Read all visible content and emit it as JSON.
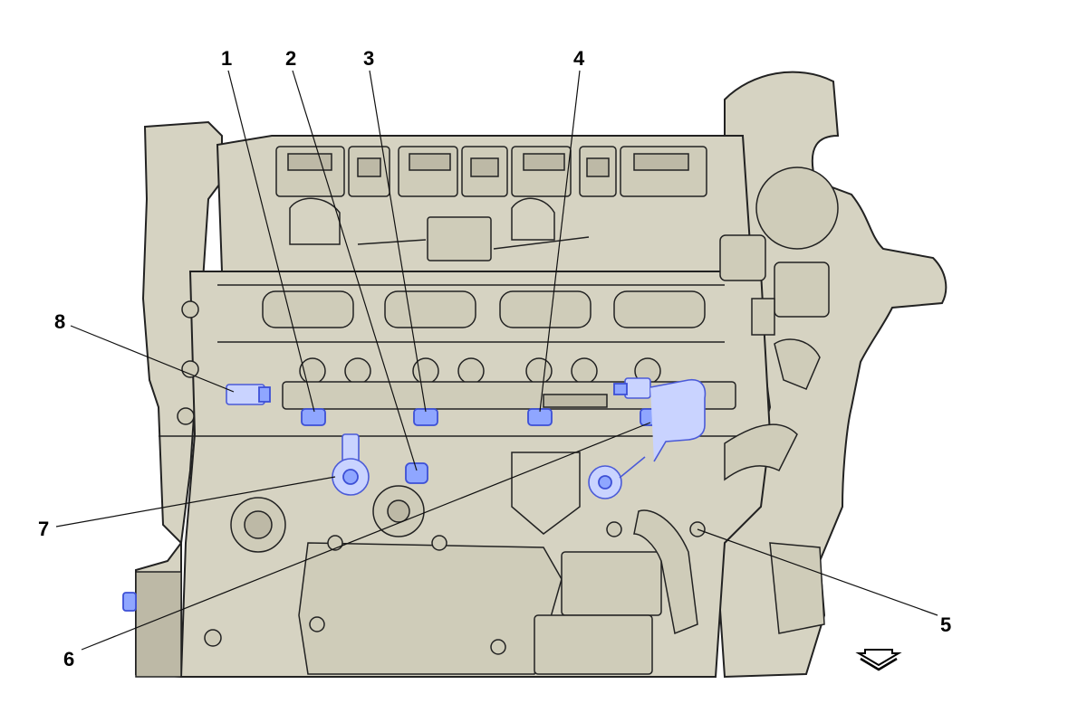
{
  "callouts": [
    {
      "id": "1",
      "label": "1"
    },
    {
      "id": "2",
      "label": "2"
    },
    {
      "id": "3",
      "label": "3"
    },
    {
      "id": "4",
      "label": "4"
    },
    {
      "id": "5",
      "label": "5"
    },
    {
      "id": "6",
      "label": "6"
    },
    {
      "id": "7",
      "label": "7"
    },
    {
      "id": "8",
      "label": "8"
    }
  ],
  "colors": {
    "engine_fill": "#d6d3c2",
    "highlight_fill": "#8fa6ff",
    "highlight_stroke": "#3c4fd6",
    "outline": "#222222"
  },
  "icons": {
    "direction": "arrow-down-icon"
  }
}
